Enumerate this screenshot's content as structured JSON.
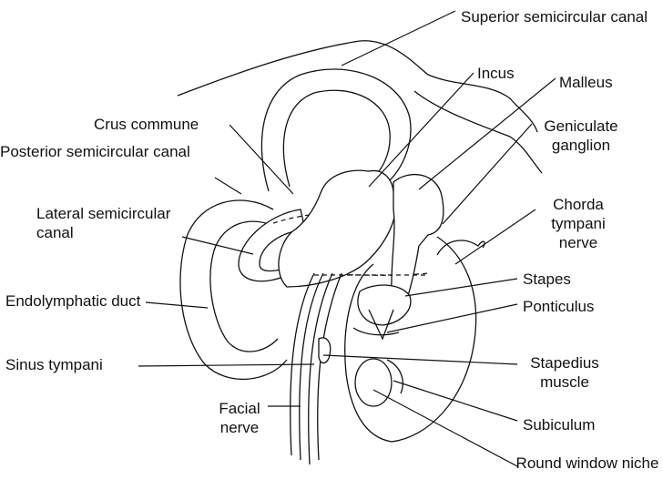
{
  "labels": {
    "superior_canal": "Superior semicircular canal",
    "incus": "Incus",
    "malleus": "Malleus",
    "geniculate_ganglion": "Geniculate ganglion",
    "crus_commune": "Crus commune",
    "posterior_canal": "Posterior semicircular canal",
    "lateral_canal": "Lateral semicircular canal",
    "chorda_tympani": "Chorda tympani nerve",
    "stapes": "Stapes",
    "ponticulus": "Ponticulus",
    "endolymphatic_duct": "Endolymphatic duct",
    "sinus_tympani": "Sinus tympani",
    "stapedius_muscle": "Stapedius muscle",
    "facial_nerve": "Facial nerve",
    "subiculum": "Subiculum",
    "round_window_niche": "Round window niche"
  },
  "colors": {
    "ink": "#111111",
    "background": "#ffffff"
  }
}
